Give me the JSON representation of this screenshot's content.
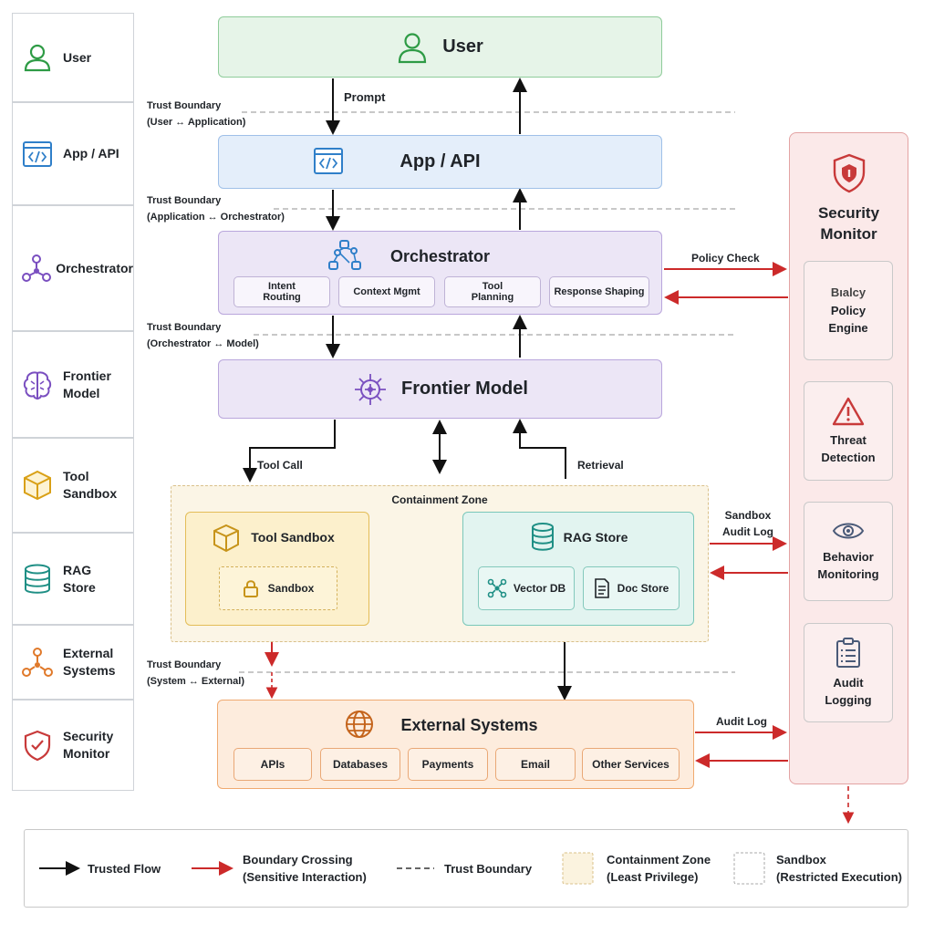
{
  "side_legend": [
    {
      "label": "User",
      "icon": "user-icon",
      "color": "#2e9b45"
    },
    {
      "label": "App / API",
      "icon": "code-window-icon",
      "color": "#2f7fc9"
    },
    {
      "label": "Orchestrator",
      "icon": "network-icon",
      "color": "#7a4fc0"
    },
    {
      "label": "Frontier\nModel",
      "icon": "brain-icon",
      "color": "#7a4fc0"
    },
    {
      "label": "Tool\nSandbox",
      "icon": "box-icon",
      "color": "#d9a016"
    },
    {
      "label": "RAG\nStore",
      "icon": "database-icon",
      "color": "#1f8f85"
    },
    {
      "label": "External\nSystems",
      "icon": "external-nodes-icon",
      "color": "#e0792a"
    },
    {
      "label": "Security\nMonitor",
      "icon": "shield-icon",
      "color": "#c83a3a"
    }
  ],
  "main": {
    "user": {
      "title": "User"
    },
    "app": {
      "title": "App / API"
    },
    "orchestrator": {
      "title": "Orchestrator",
      "chips": [
        "Intent\nRouting",
        "Context Mgmt",
        "Tool\nPlanning",
        "Response Shaping"
      ]
    },
    "model": {
      "title": "Frontier Model"
    },
    "containment": {
      "title": "Containment Zone"
    },
    "tool_sandbox": {
      "title": "Tool Sandbox",
      "inner": "Sandbox"
    },
    "rag_store": {
      "title": "RAG Store",
      "chips": [
        "Vector DB",
        "Doc Store"
      ]
    },
    "external": {
      "title": "External Systems",
      "chips": [
        "APIs",
        "Databases",
        "Payments",
        "Email",
        "Other Services"
      ]
    }
  },
  "trust_boundaries": [
    {
      "title": "Trust Boundary",
      "sub": "(User ↔ Application)"
    },
    {
      "title": "Trust Boundary",
      "sub": "(Application ↔ Orchestrator)"
    },
    {
      "title": "Trust Boundary",
      "sub": "(Orchestrator ↔ Model)"
    },
    {
      "title": "Trust Boundary",
      "sub": "(System ↔ External)"
    }
  ],
  "flow_labels": {
    "prompt": "Prompt",
    "tool_call": "Tool Call",
    "retrieval": "Retrieval",
    "policy_check": "Policy Check",
    "sandbox_audit": "Sandbox\nAudit Log",
    "audit_log": "Audit Log"
  },
  "security_monitor": {
    "title": "Security\nMonitor",
    "cards": [
      {
        "label": "Policy\nEngine",
        "icon": "policy-icon",
        "overlay": "Bıalcy"
      },
      {
        "label": "Threat\nDetection",
        "icon": "warning-icon"
      },
      {
        "label": "Behavior\nMonitoring",
        "icon": "eye-icon"
      },
      {
        "label": "Audit\nLogging",
        "icon": "clipboard-icon"
      }
    ]
  },
  "legend": [
    {
      "label": "Trusted Flow"
    },
    {
      "label": "Boundary Crossing\n(Sensitive Interaction)"
    },
    {
      "label": "Trust Boundary"
    },
    {
      "label": "Containment Zone\n(Least Privilege)"
    },
    {
      "label": "Sandbox\n(Restricted Execution)"
    }
  ],
  "colors": {
    "trusted_flow": "#111111",
    "boundary_crossing": "#cc2a2a",
    "user_fill": "#e6f4e8",
    "app_fill": "#e4eefa",
    "orchestrator_fill": "#ece6f6",
    "containment_fill": "#fbf5e6",
    "tool_fill": "#fcf0cc",
    "rag_fill": "#e2f4f0",
    "external_fill": "#fdecdd",
    "monitor_fill": "#fbe9e9"
  }
}
